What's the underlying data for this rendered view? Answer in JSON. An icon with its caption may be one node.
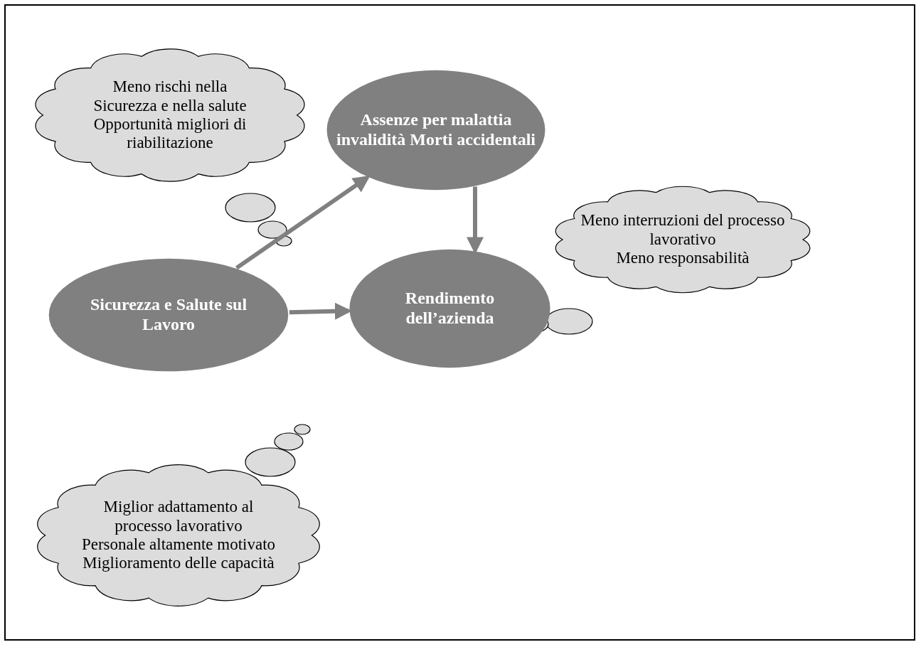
{
  "diagram": {
    "nodes": [
      {
        "text": [
          "Meno rischi nella Sicurezza e nella salute",
          "Opportunità migliori di riabilitazione"
        ]
      },
      {
        "text": [
          "Assenze per malattia invalidità Morti accidentali"
        ]
      },
      {
        "text": [
          "Sicurezza e Salute sul Lavoro"
        ]
      },
      {
        "text": [
          "Meno interruzioni del processo lavorativo",
          "Meno responsabilità"
        ]
      },
      {
        "text": [
          "Rendimento dell’azienda"
        ]
      },
      {
        "text": [
          "Miglior adattamento al processo lavorativo",
          "Personale altamente motivato",
          "Miglioramento delle capacità"
        ]
      }
    ],
    "edges": [
      {
        "from": 2,
        "to": 1,
        "arrow": "to"
      },
      {
        "from": 1,
        "to": 4,
        "arrow": "to"
      },
      {
        "from": 2,
        "to": 4,
        "arrow": "to"
      }
    ]
  }
}
